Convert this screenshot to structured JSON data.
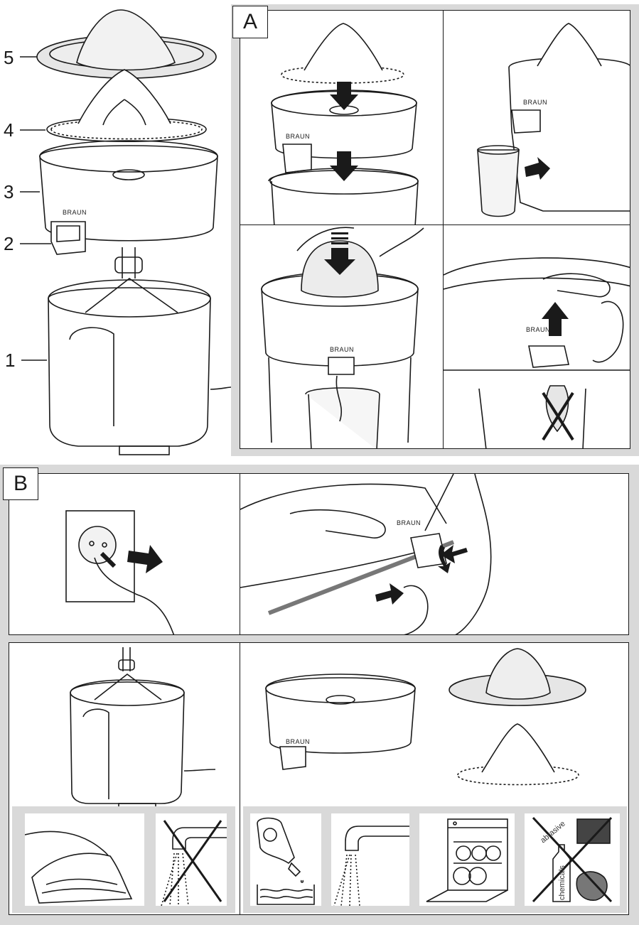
{
  "section_labels": {
    "a": "A",
    "b": "B"
  },
  "parts": [
    "5",
    "4",
    "3",
    "2",
    "1"
  ],
  "brand": "BRAUN",
  "icon_labels": {
    "abrasive": "abrasive",
    "chemicals": "chemicals"
  },
  "icons": {
    "outlet": "wall-outlet-unplug-icon",
    "cloth": "damp-cloth-icon",
    "no_tap": "no-running-water-icon",
    "detergent": "detergent-bottle-icon",
    "tap": "running-water-icon",
    "dishwasher": "dishwasher-icon",
    "no_abrasive": "no-abrasive-chemicals-icon"
  },
  "colors": {
    "line": "#1a1a1a",
    "frame": "#d9d9d9",
    "paper": "#ffffff",
    "tint": "#e6e6e6"
  }
}
